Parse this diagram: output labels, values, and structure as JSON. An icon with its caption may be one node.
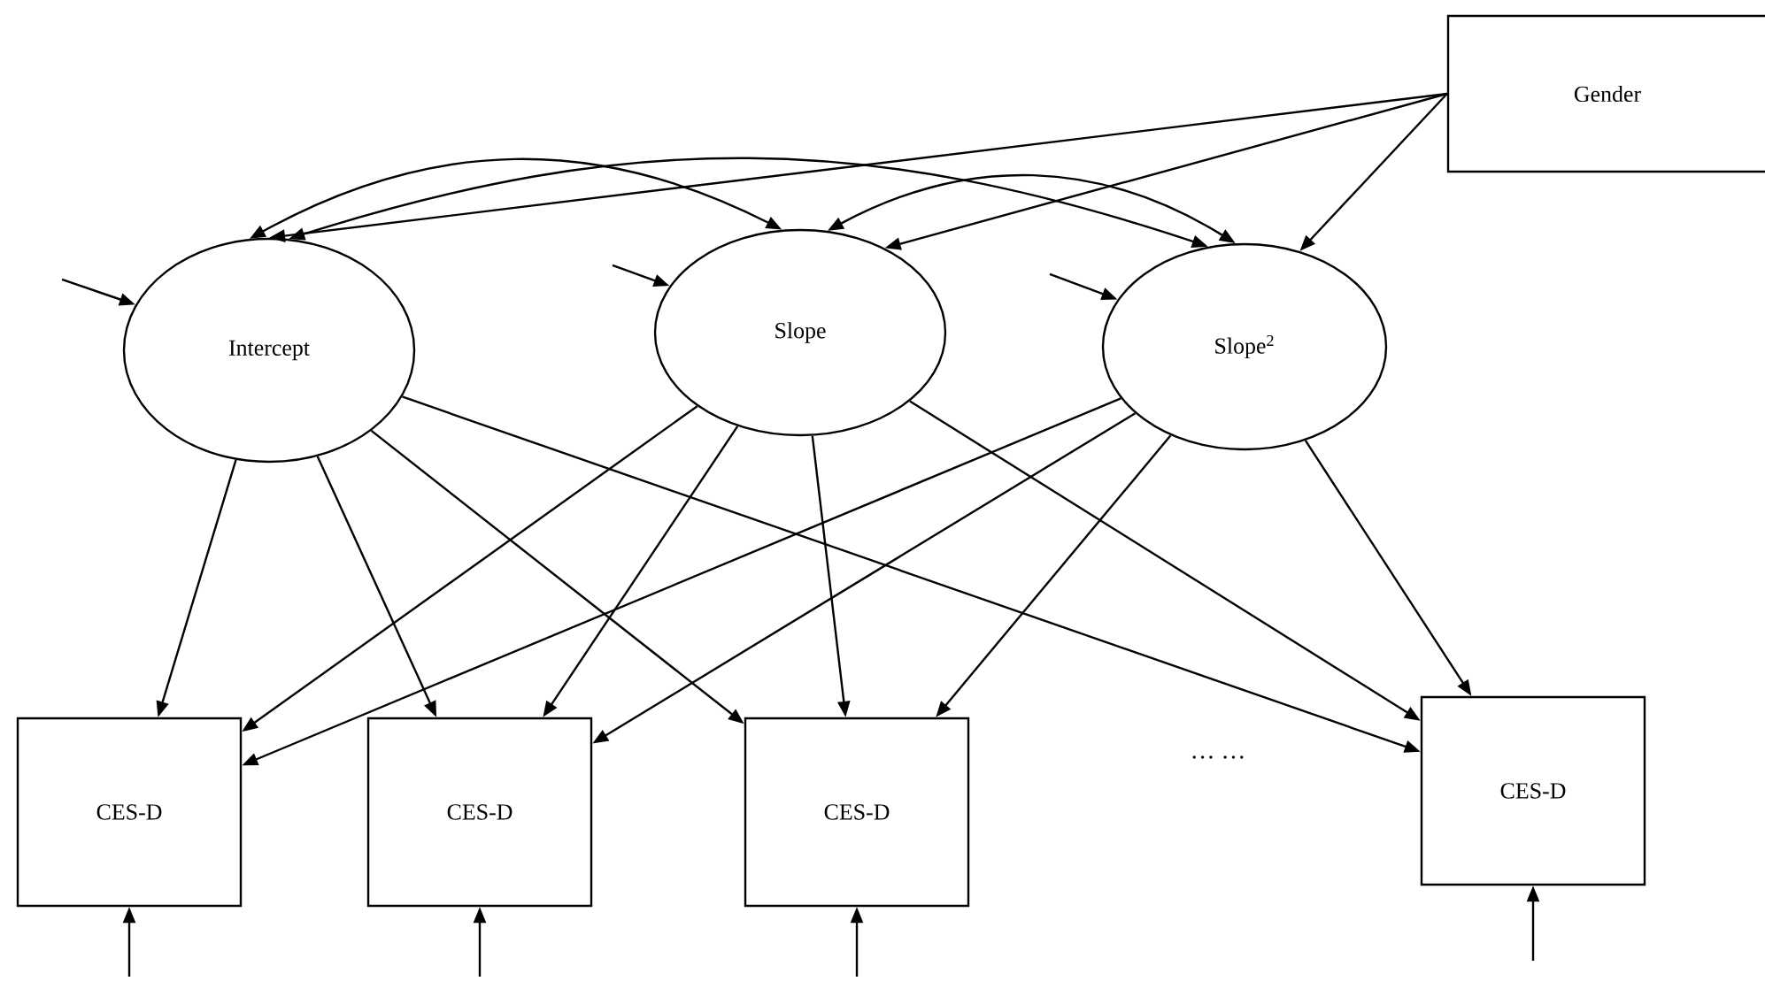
{
  "diagram": {
    "nodes": [
      {
        "text": [
          "Gender"
        ]
      },
      {
        "text": [
          "Intercept"
        ]
      },
      {
        "text": [
          "Slope"
        ]
      },
      {
        "text": [
          "Slope$^{2}$"
        ]
      },
      {
        "text": [
          "CES-D"
        ]
      },
      {
        "text": [
          "CES-D"
        ]
      },
      {
        "text": [
          "CES-D"
        ]
      },
      {
        "text": [
          "CES-D"
        ]
      }
    ],
    "edges": [
      {
        "from": 0,
        "to": 1,
        "arrow": "to"
      },
      {
        "from": 0,
        "to": 2,
        "arrow": "to"
      },
      {
        "from": 0,
        "to": 3,
        "arrow": "to"
      },
      {
        "from": 1,
        "to": 2,
        "arrow": "both"
      },
      {
        "from": 1,
        "to": 3,
        "arrow": "both"
      },
      {
        "from": 2,
        "to": 3,
        "arrow": "both"
      },
      {
        "from": null,
        "to": 1,
        "arrow": "to"
      },
      {
        "from": null,
        "to": 2,
        "arrow": "to"
      },
      {
        "from": null,
        "to": 3,
        "arrow": "to"
      },
      {
        "from": 1,
        "to": 4,
        "arrow": "to"
      },
      {
        "from": 1,
        "to": 5,
        "arrow": "to"
      },
      {
        "from": 1,
        "to": 6,
        "arrow": "to"
      },
      {
        "from": 1,
        "to": 7,
        "arrow": "to"
      },
      {
        "from": 2,
        "to": 4,
        "arrow": "to"
      },
      {
        "from": 2,
        "to": 5,
        "arrow": "to"
      },
      {
        "from": 2,
        "to": 6,
        "arrow": "to"
      },
      {
        "from": 2,
        "to": 7,
        "arrow": "to"
      },
      {
        "from": 3,
        "to": 4,
        "arrow": "to"
      },
      {
        "from": 3,
        "to": 5,
        "arrow": "to"
      },
      {
        "from": 3,
        "to": 6,
        "arrow": "to"
      },
      {
        "from": 3,
        "to": 7,
        "arrow": "to"
      },
      {
        "from": null,
        "to": 4,
        "arrow": "to"
      },
      {
        "from": null,
        "to": 5,
        "arrow": "to"
      },
      {
        "from": null,
        "to": 6,
        "arrow": "to"
      },
      {
        "from": null,
        "to": 7,
        "arrow": "to"
      }
    ],
    "labels": [
      "… …"
    ]
  }
}
